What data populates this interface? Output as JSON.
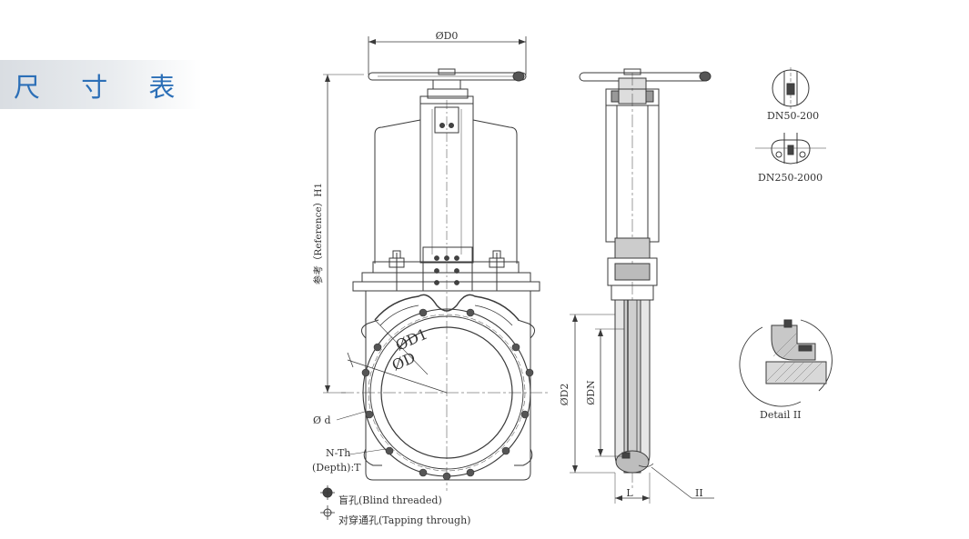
{
  "header": {
    "title": "尺 寸 表"
  },
  "front_view": {
    "dim_do": "ØD0",
    "dim_h1": "参考（Reference）H1",
    "dim_d1": "ØD1",
    "dim_d": "ØD",
    "dim_small_d": "Ø d",
    "dim_nth": "N-Th",
    "dim_depth": "(Depth):T"
  },
  "side_view": {
    "dim_d2": "ØD2",
    "dim_dn": "ØDN",
    "dim_l": "L",
    "detail_ref": "II"
  },
  "legend": {
    "blind": "盲孔(Blind threaded)",
    "through": "对穿通孔(Tapping through)"
  },
  "details": {
    "dn_small": "DN50-200",
    "dn_large": "DN250-2000",
    "detail_label": "Detail II"
  }
}
